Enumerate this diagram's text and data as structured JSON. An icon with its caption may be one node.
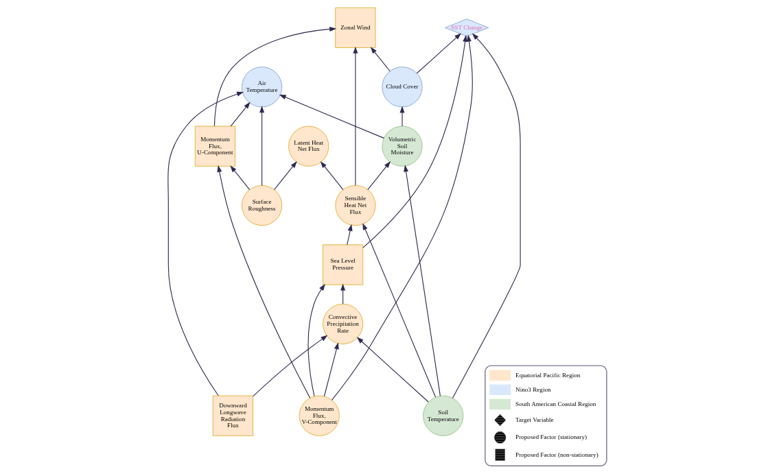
{
  "diagram": {
    "nodes": [
      {
        "text": [
          "Air Temperature"
        ]
      },
      {
        "text": [
          "Downward Longwave Radiation Flux"
        ]
      },
      {
        "text": [
          "Surface Roughness"
        ]
      },
      {
        "text": [
          "Cloud Cover"
        ]
      },
      {
        "text": [
          "Zonal Wind"
        ]
      },
      {
        "text": [
          "Momentum Flux, U-Component"
        ]
      },
      {
        "text": [
          "Volumetric Soil Moisture"
        ]
      },
      {
        "text": [
          "Sensible Heat Net Flux"
        ]
      },
      {
        "text": [
          "Latent Heat Net Flux"
        ]
      },
      {
        "text": [
          "Soil Temperature"
        ]
      },
      {
        "text": [
          "Convective Precipitation Rate"
        ]
      },
      {
        "text": [
          "SST Change"
        ]
      },
      {
        "text": [
          "Momentum Flux, V-Component"
        ]
      },
      {
        "text": [
          "Sea Level Pressure"
        ]
      }
    ],
    "edges": [
      {
        "from": 1,
        "to": 0,
        "arrow": "to"
      },
      {
        "from": 2,
        "to": 0,
        "arrow": "to"
      },
      {
        "from": 5,
        "to": 0,
        "arrow": "to"
      },
      {
        "from": 6,
        "to": 0,
        "arrow": "to"
      },
      {
        "from": 3,
        "to": 4,
        "arrow": "to"
      },
      {
        "from": 5,
        "to": 4,
        "arrow": "to"
      },
      {
        "from": 7,
        "to": 4,
        "arrow": "to"
      },
      {
        "from": 2,
        "to": 5,
        "arrow": "to"
      },
      {
        "from": 2,
        "to": 8,
        "arrow": "to"
      },
      {
        "from": 1,
        "to": 10,
        "arrow": "to"
      },
      {
        "from": 6,
        "to": 3,
        "arrow": "to"
      },
      {
        "from": 7,
        "to": 6,
        "arrow": "to"
      },
      {
        "from": 7,
        "to": 8,
        "arrow": "to"
      },
      {
        "from": 9,
        "to": 6,
        "arrow": "to"
      },
      {
        "from": 9,
        "to": 7,
        "arrow": "to"
      },
      {
        "from": 3,
        "to": 11,
        "arrow": "to"
      },
      {
        "from": 9,
        "to": 11,
        "arrow": "to"
      },
      {
        "from": 12,
        "to": 11,
        "arrow": "to"
      },
      {
        "from": 13,
        "to": 11,
        "arrow": "to"
      },
      {
        "from": 9,
        "to": 10,
        "arrow": "to"
      },
      {
        "from": 12,
        "to": 10,
        "arrow": "to"
      },
      {
        "from": 12,
        "to": 5,
        "arrow": "to"
      },
      {
        "from": 13,
        "to": 7,
        "arrow": "to"
      },
      {
        "from": 12,
        "to": 13,
        "arrow": "to"
      },
      {
        "from": 10,
        "to": 13,
        "arrow": "to"
      }
    ],
    "legend": [
      {
        "text": "Equatorial Pacific Region",
        "color": "#ffe6cc"
      },
      {
        "text": "Nino3 Region",
        "color": "#dae8fc"
      },
      {
        "text": "South American Coastal Region",
        "color": "#d5e8d4"
      },
      {
        "text": "Target Variable"
      },
      {
        "text": "Proposed Factor (stationary)"
      },
      {
        "text": "Proposed Factor (non-stationary)"
      }
    ]
  }
}
